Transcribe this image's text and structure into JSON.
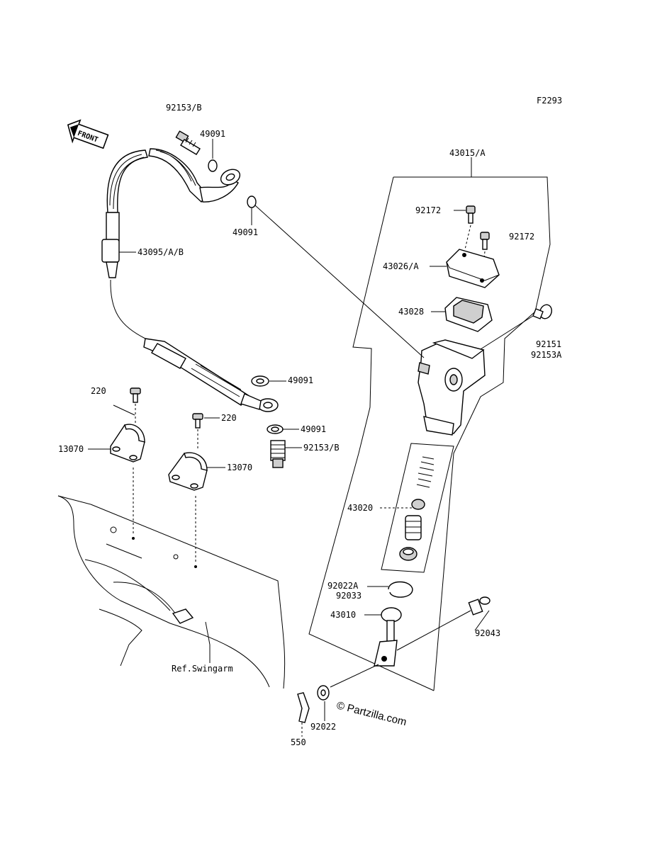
{
  "diagram": {
    "code": "F2293",
    "front_arrow": "FRONT",
    "ref_label": "Ref.Swingarm",
    "watermark": "© Partzilla.com",
    "copyright_line1": "",
    "copyright_line2": ""
  },
  "labels": {
    "l92153b_top": "92153/B",
    "l49091_a": "49091",
    "l49091_b": "49091",
    "l43095": "43095/A/B",
    "l43015": "43015/A",
    "l92172_a": "92172",
    "l92172_b": "92172",
    "l43026": "43026/A",
    "l43028": "43028",
    "l92151": "92151",
    "l92153a": "92153A",
    "l49091_c": "49091",
    "l49091_d": "49091",
    "l92153b_bot": "92153/B",
    "l220_a": "220",
    "l220_b": "220",
    "l13070_a": "13070",
    "l13070_b": "13070",
    "l43020": "43020",
    "l92022a": "92022A",
    "l92033": "92033",
    "l43010": "43010",
    "l92043": "92043",
    "l92022": "92022",
    "l550": "550"
  }
}
